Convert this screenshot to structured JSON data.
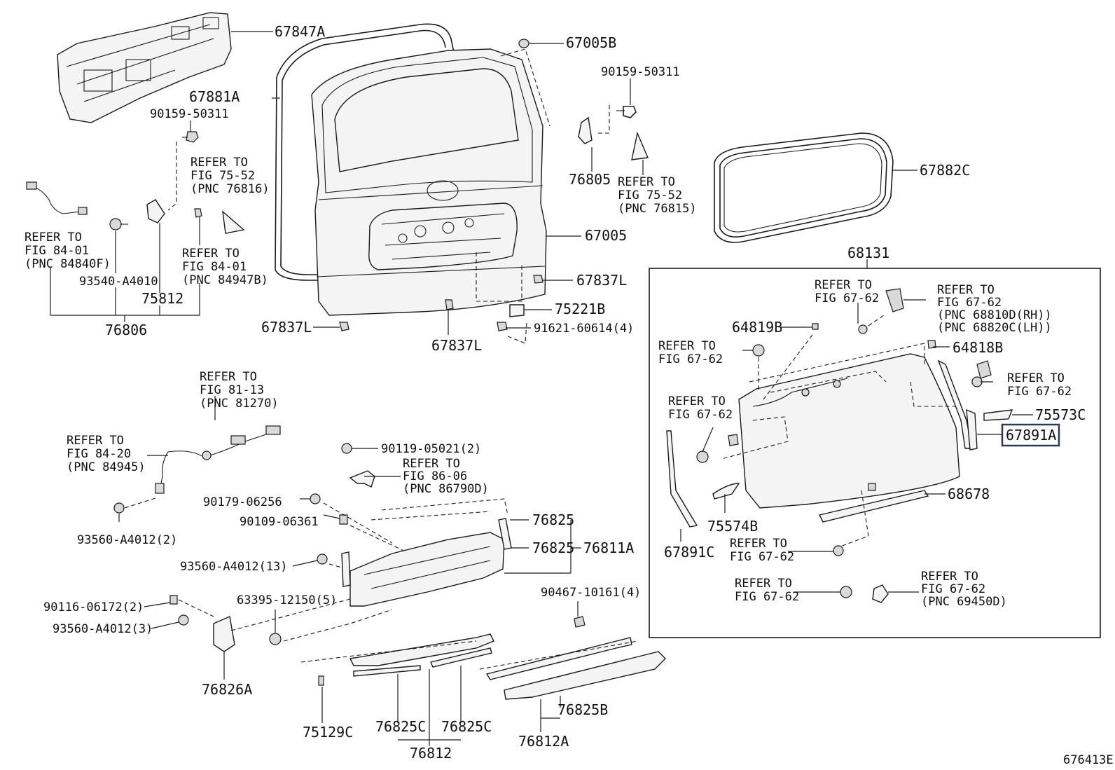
{
  "diagram_id": "676413E",
  "labels": {
    "p67847A": "67847A",
    "p67005B": "67005B",
    "p90159_50311_r": "90159-50311",
    "p67881A": "67881A",
    "p90159_50311_l": "90159-50311",
    "ref_75_52_a": [
      "REFER TO",
      "FIG 75-52",
      "(PNC 76816)"
    ],
    "p76805": "76805",
    "ref_75_52_b": [
      "REFER TO",
      "FIG 75-52",
      "(PNC 76815)"
    ],
    "p67882C": "67882C",
    "ref_84_01_a": [
      "REFER TO",
      "FIG 84-01",
      "(PNC 84840F)"
    ],
    "ref_84_01_b": [
      "REFER TO",
      "FIG 84-01",
      "(PNC 84947B)"
    ],
    "p93540_A4010": "93540-A4010",
    "p75812": "75812",
    "p67005": "67005",
    "p68131": "68131",
    "p67837L_r": "67837L",
    "p76806": "76806",
    "p75221B": "75221B",
    "p67837L_l": "67837L",
    "p91621": "91621-60614(4)",
    "p67837L_c": "67837L",
    "ref_67_62_hinge": [
      "REFER TO",
      "FIG 67-62"
    ],
    "ref_67_62_pnc": [
      "REFER TO",
      "FIG 67-62",
      "(PNC 68810D(RH))",
      "(PNC 68820C(LH))"
    ],
    "p64819B": "64819B",
    "p64818B": "64818B",
    "ref_67_62_a": [
      "REFER TO",
      "FIG 67-62"
    ],
    "ref_67_62_b": [
      "REFER TO",
      "FIG 67-62"
    ],
    "ref_67_62_c": [
      "REFER TO",
      "FIG 67-62"
    ],
    "p75573C": "75573C",
    "p67891A": "67891A",
    "p68678": "68678",
    "p75574B": "75574B",
    "p67891C": "67891C",
    "ref_67_62_d": [
      "REFER TO",
      "FIG 67-62"
    ],
    "ref_67_62_e": [
      "REFER TO",
      "FIG 67-62"
    ],
    "ref_67_62_f": [
      "REFER TO",
      "FIG 67-62",
      "(PNC 69450D)"
    ],
    "ref_81_13": [
      "REFER TO",
      "FIG 81-13",
      "(PNC 81270)"
    ],
    "ref_84_20": [
      "REFER TO",
      "FIG 84-20",
      "(PNC 84945)"
    ],
    "p90119": "90119-05021(2)",
    "ref_86_06": [
      "REFER TO",
      "FIG 86-06",
      "(PNC 86790D)"
    ],
    "p93560_2": "93560-A4012(2)",
    "p90179": "90179-06256",
    "p90109": "90109-06361",
    "p76825_a": "76825",
    "p76825_b": "76825",
    "p76811A": "76811A",
    "p93560_13": "93560-A4012(13)",
    "p90467": "90467-10161(4)",
    "p90116": "90116-06172(2)",
    "p63395": "63395-12150(5)",
    "p93560_3": "93560-A4012(3)",
    "p76826A": "76826A",
    "p76825B": "76825B",
    "p75129C": "75129C",
    "p76825C_l": "76825C",
    "p76825C_r": "76825C",
    "p76812A": "76812A",
    "p76812": "76812"
  },
  "highlighted_part": "67891A"
}
